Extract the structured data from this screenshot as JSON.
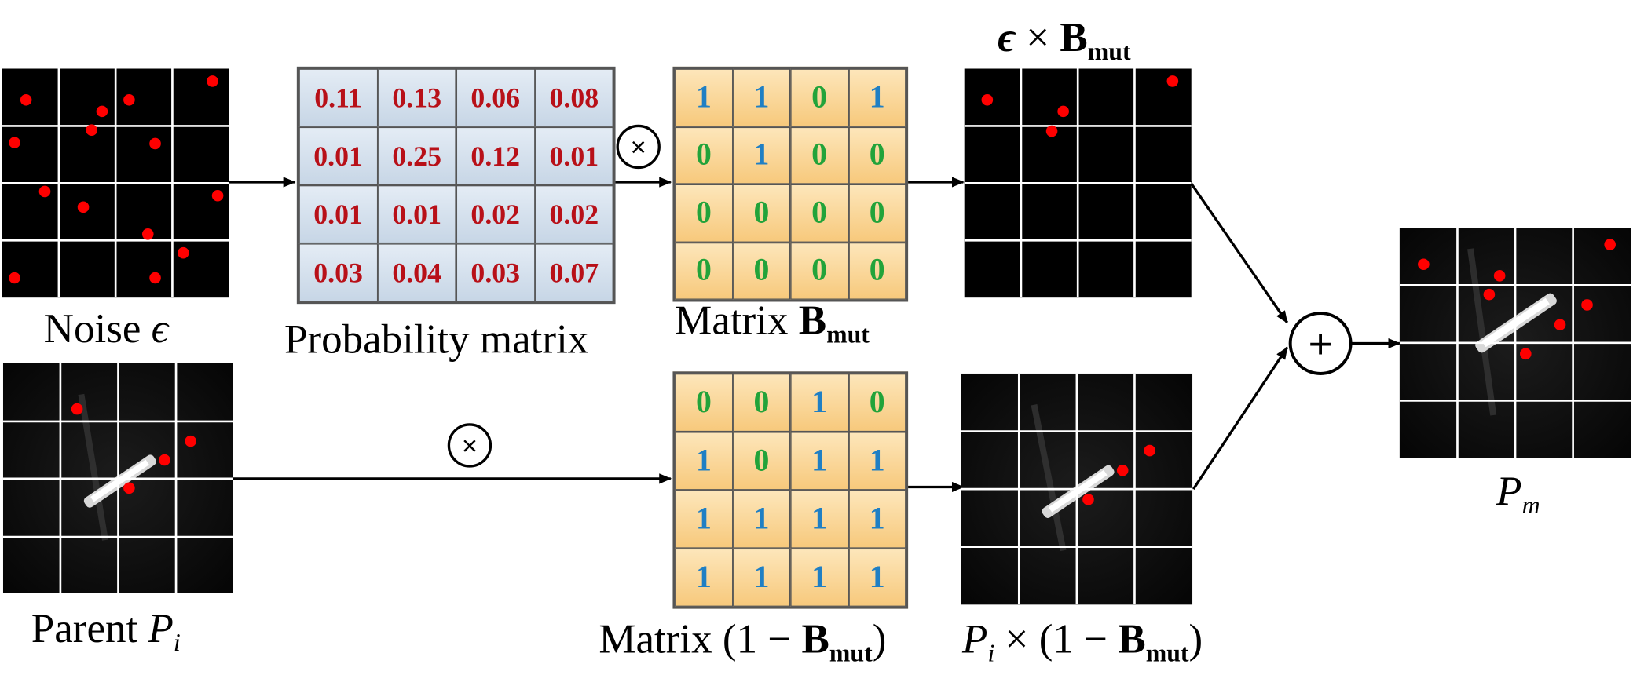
{
  "labels": {
    "noise": "Noise",
    "noise_symbol": "ϵ",
    "prob_matrix": "Probability matrix",
    "matrix_b": "Matrix",
    "b_symbol": "B",
    "b_subscript": "mut",
    "matrix_one_minus": "Matrix (1 −",
    "one_minus": "(1 −",
    "close_paren": ")",
    "times": "×",
    "parent": "Parent",
    "p_symbol": "P",
    "p_sub_i": "i",
    "p_sub_m": "m"
  },
  "operators": {
    "multiply_glyph": "×",
    "add_glyph": "+"
  },
  "probability_matrix": [
    [
      "0.11",
      "0.13",
      "0.06",
      "0.08"
    ],
    [
      "0.01",
      "0.25",
      "0.12",
      "0.01"
    ],
    [
      "0.01",
      "0.01",
      "0.02",
      "0.02"
    ],
    [
      "0.03",
      "0.04",
      "0.03",
      "0.07"
    ]
  ],
  "b_mut": [
    [
      "1",
      "1",
      "0",
      "1"
    ],
    [
      "0",
      "1",
      "0",
      "0"
    ],
    [
      "0",
      "0",
      "0",
      "0"
    ],
    [
      "0",
      "0",
      "0",
      "0"
    ]
  ],
  "one_minus_b_mut": [
    [
      "0",
      "0",
      "1",
      "0"
    ],
    [
      "1",
      "0",
      "1",
      "1"
    ],
    [
      "1",
      "1",
      "1",
      "1"
    ],
    [
      "1",
      "1",
      "1",
      "1"
    ]
  ],
  "colors": {
    "noise_dot": "#ff0000",
    "prob_text": "#b81018",
    "mask_one": "#1f7fc4",
    "mask_zero": "#22a33a",
    "prob_fill": "#d6e2ee",
    "mask_fill": "#fbd99b"
  }
}
